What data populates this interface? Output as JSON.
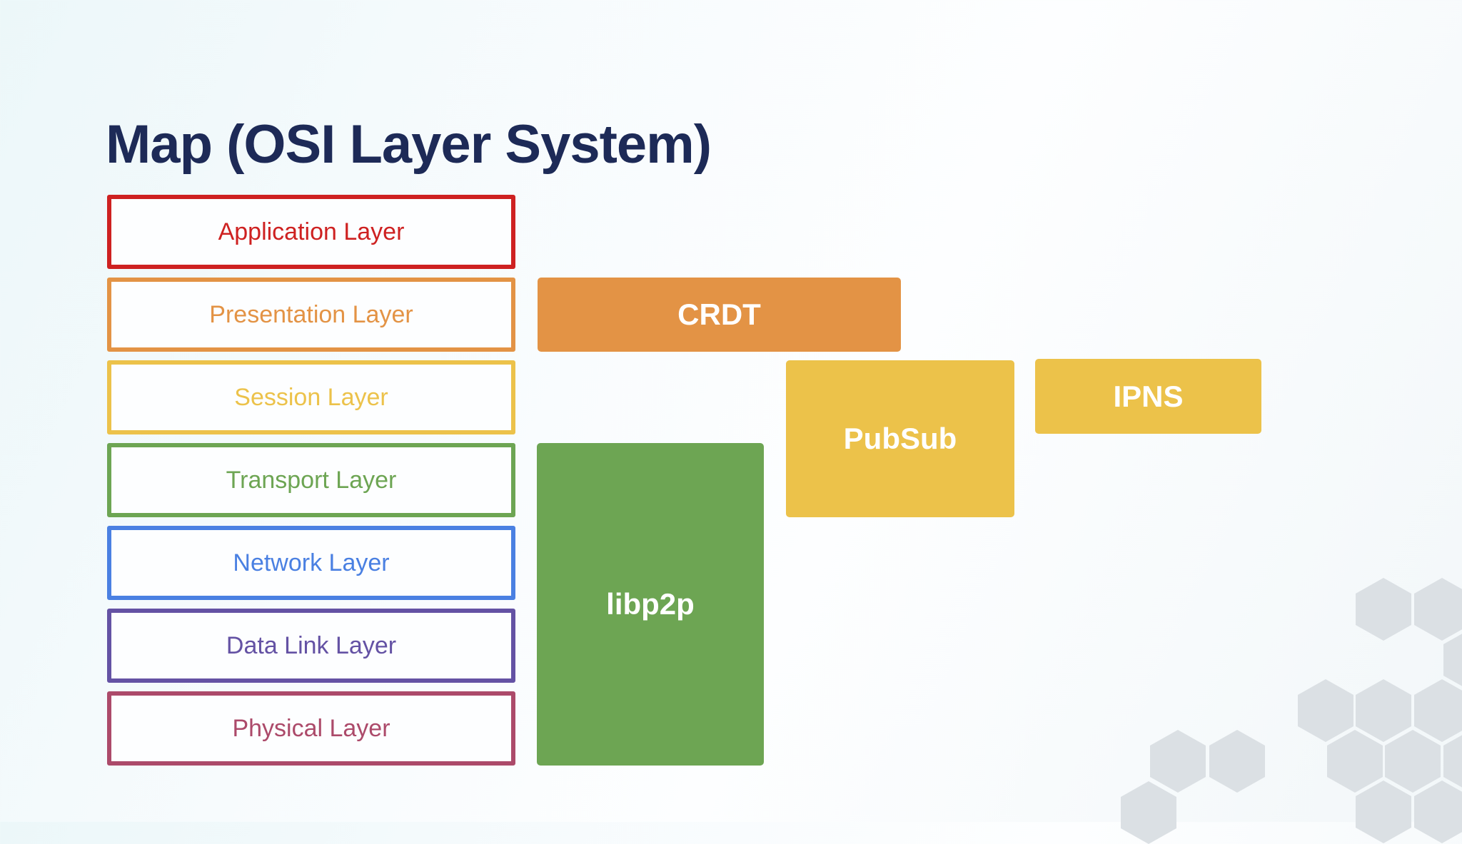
{
  "slide": {
    "title": "Map (OSI Layer System)",
    "title_color": "#1d2a57"
  },
  "osi_layers": [
    {
      "label": "Application Layer",
      "color": "#ce2121"
    },
    {
      "label": "Presentation Layer",
      "color": "#e39345"
    },
    {
      "label": "Session Layer",
      "color": "#ecc24a"
    },
    {
      "label": "Transport Layer",
      "color": "#6da553"
    },
    {
      "label": "Network Layer",
      "color": "#4a80e2"
    },
    {
      "label": "Data Link Layer",
      "color": "#6452a4"
    },
    {
      "label": "Physical Layer",
      "color": "#ac4a6a"
    }
  ],
  "overlay_blocks": [
    {
      "id": "crdt",
      "label": "CRDT",
      "color": "#e39345",
      "text_color": "#ffffff"
    },
    {
      "id": "pubsub",
      "label": "PubSub",
      "color": "#ecc24a",
      "text_color": "#ffffff"
    },
    {
      "id": "ipns",
      "label": "IPNS",
      "color": "#ecc24a",
      "text_color": "#ffffff"
    },
    {
      "id": "libp2p",
      "label": "libp2p",
      "color": "#6da553",
      "text_color": "#ffffff"
    }
  ],
  "decor": {
    "hexagon_fill": "#dbe0e4"
  }
}
